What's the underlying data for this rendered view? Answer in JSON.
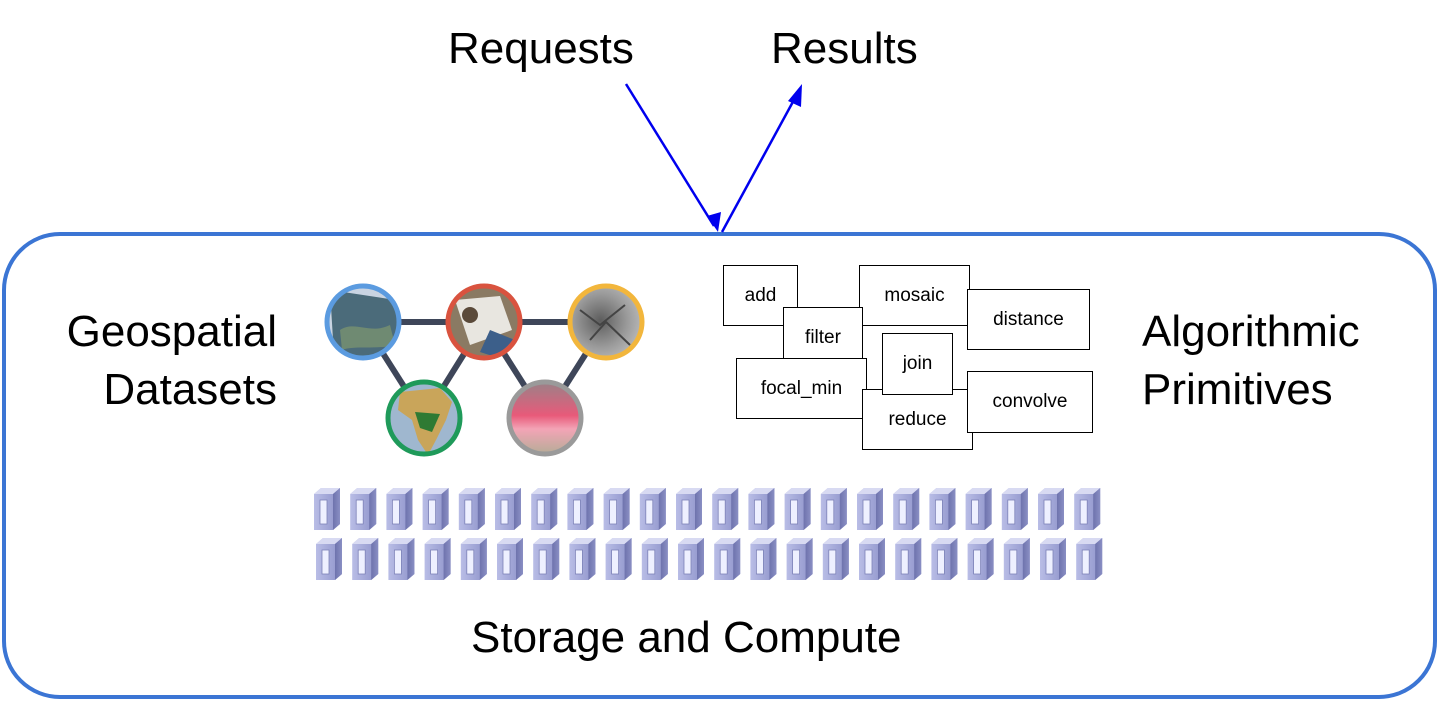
{
  "top": {
    "requests": "Requests",
    "results": "Results"
  },
  "left": {
    "line1": "Geospatial",
    "line2": "Datasets"
  },
  "right": {
    "line1": "Algorithmic",
    "line2": "Primitives"
  },
  "bottom": {
    "label": "Storage and Compute"
  },
  "primitives": [
    "add",
    "mosaic",
    "filter",
    "distance",
    "join",
    "focal_min",
    "reduce",
    "convolve"
  ],
  "datasets": [
    "satellite-scene",
    "composite-image",
    "terrain-hillshade",
    "africa-map",
    "atmospheric-profile"
  ],
  "server_icon": "server-icon",
  "colors": {
    "container": "#3b75d4",
    "arrows": "#0000ee",
    "ring_blue": "#5b9be0",
    "ring_red": "#d9533f",
    "ring_yellow": "#f2b63c",
    "ring_green": "#1f9a5a",
    "ring_gray": "#9a9a9a",
    "link": "#3e4659"
  }
}
